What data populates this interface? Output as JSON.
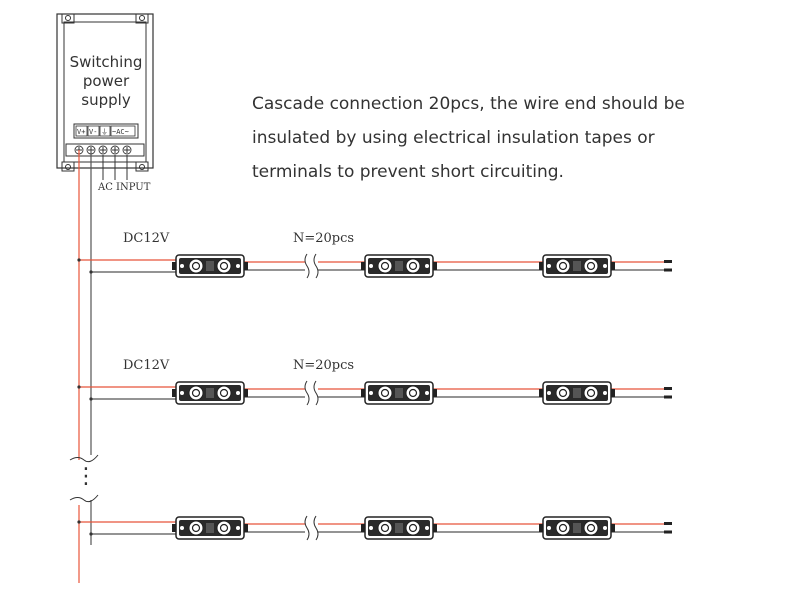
{
  "power_supply": {
    "label_lines": [
      "Switching",
      "power",
      "supply"
    ],
    "terminal_labels": [
      "V+",
      "V-",
      "⏚",
      "~AC~"
    ],
    "input_label": "AC  INPUT"
  },
  "instructions": [
    "Cascade connection 20pcs, the wire end should be",
    "insulated by using electrical insulation tapes or",
    "terminals to prevent short circuiting."
  ],
  "rows": [
    {
      "voltage_label": "DC12V",
      "count_label": "N=20pcs"
    },
    {
      "voltage_label": "DC12V",
      "count_label": "N=20pcs"
    },
    {
      "voltage_label": "",
      "count_label": ""
    }
  ],
  "ellipsis": "⋮",
  "colors": {
    "positive_wire": "#e8553a",
    "negative_wire": "#555555",
    "outline": "#333333",
    "module_body": "#2a2a2a"
  }
}
